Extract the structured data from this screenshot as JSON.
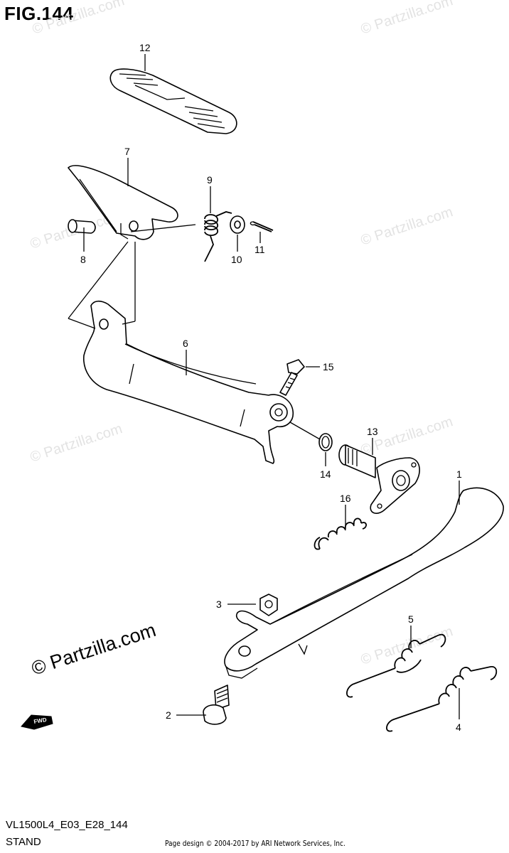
{
  "figure": {
    "title": "FIG.144",
    "model_code": "VL1500L4_E03_E28_144",
    "section": "STAND",
    "credit": "Page design © 2004-2017 by ARI Network Services, Inc."
  },
  "watermark": {
    "text": "© Partzilla.com"
  },
  "fwd_marker": "FWD",
  "callouts": [
    {
      "id": "callout-1",
      "label": "1"
    },
    {
      "id": "callout-2",
      "label": "2"
    },
    {
      "id": "callout-3",
      "label": "3"
    },
    {
      "id": "callout-4",
      "label": "4"
    },
    {
      "id": "callout-5",
      "label": "5"
    },
    {
      "id": "callout-6",
      "label": "6"
    },
    {
      "id": "callout-7",
      "label": "7"
    },
    {
      "id": "callout-8",
      "label": "8"
    },
    {
      "id": "callout-9",
      "label": "9"
    },
    {
      "id": "callout-10",
      "label": "10"
    },
    {
      "id": "callout-11",
      "label": "11"
    },
    {
      "id": "callout-12",
      "label": "12"
    },
    {
      "id": "callout-13",
      "label": "13"
    },
    {
      "id": "callout-14",
      "label": "14"
    },
    {
      "id": "callout-15",
      "label": "15"
    },
    {
      "id": "callout-16",
      "label": "16"
    }
  ]
}
